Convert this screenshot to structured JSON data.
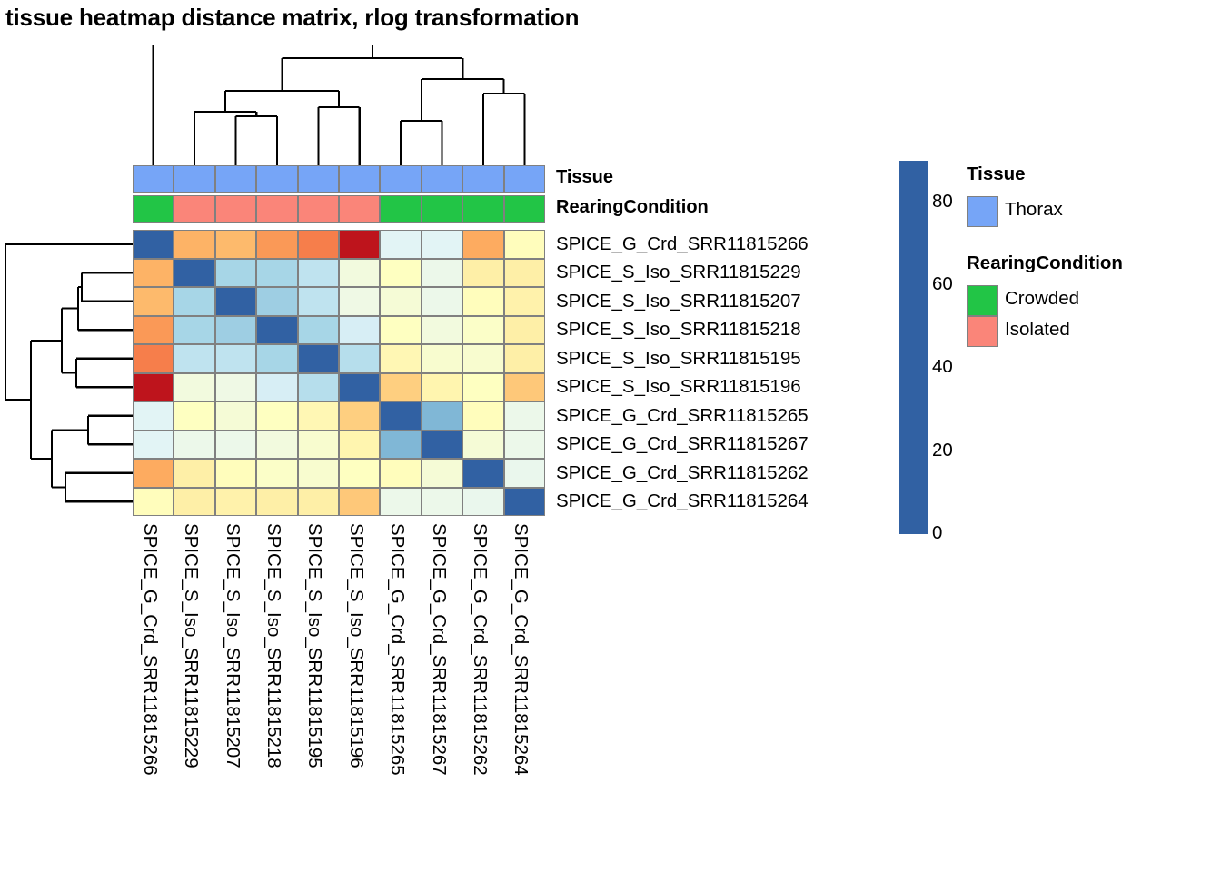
{
  "title": "tissue heatmap distance matrix, rlog transformation",
  "samples": [
    "SPICE_G_Crd_SRR11815266",
    "SPICE_S_Iso_SRR11815229",
    "SPICE_S_Iso_SRR11815207",
    "SPICE_S_Iso_SRR11815218",
    "SPICE_S_Iso_SRR11815195",
    "SPICE_S_Iso_SRR11815196",
    "SPICE_G_Crd_SRR11815265",
    "SPICE_G_Crd_SRR11815267",
    "SPICE_G_Crd_SRR11815262",
    "SPICE_G_Crd_SRR11815264"
  ],
  "annotations": {
    "tissue_label": "Tissue",
    "rearing_label": "RearingCondition",
    "tissue_values": [
      "Thorax",
      "Thorax",
      "Thorax",
      "Thorax",
      "Thorax",
      "Thorax",
      "Thorax",
      "Thorax",
      "Thorax",
      "Thorax"
    ],
    "rearing_values": [
      "Crowded",
      "Isolated",
      "Isolated",
      "Isolated",
      "Isolated",
      "Isolated",
      "Crowded",
      "Crowded",
      "Crowded",
      "Crowded"
    ]
  },
  "legend": {
    "tissue": {
      "title": "Tissue",
      "items": [
        {
          "label": "Thorax",
          "color": "#76a5f7"
        }
      ]
    },
    "rearing": {
      "title": "RearingCondition",
      "items": [
        {
          "label": "Crowded",
          "color": "#21c council"
        },
        {
          "label": "Isolated",
          "color": "#fa8579"
        }
      ]
    }
  },
  "colorbar": {
    "ticks": [
      "80",
      "60",
      "40",
      "20",
      "0"
    ],
    "min": 0,
    "max": 90,
    "low_color": "#3762ad",
    "mid_color": "#ffffbf",
    "high_color": "#cc1b1f"
  },
  "chart_data": {
    "type": "heatmap",
    "title": "tissue heatmap distance matrix, rlog transformation",
    "xlabel": "",
    "ylabel": "",
    "zlim": [
      0,
      90
    ],
    "colormap": "RdYlBu reversed",
    "grid": true,
    "legend_position": "right",
    "xticklabels": [
      "SPICE_G_Crd_SRR11815266",
      "SPICE_S_Iso_SRR11815229",
      "SPICE_S_Iso_SRR11815207",
      "SPICE_S_Iso_SRR11815218",
      "SPICE_S_Iso_SRR11815195",
      "SPICE_S_Iso_SRR11815196",
      "SPICE_G_Crd_SRR11815265",
      "SPICE_G_Crd_SRR11815267",
      "SPICE_G_Crd_SRR11815262",
      "SPICE_G_Crd_SRR11815264"
    ],
    "yticklabels": [
      "SPICE_G_Crd_SRR11815266",
      "SPICE_S_Iso_SRR11815229",
      "SPICE_S_Iso_SRR11815207",
      "SPICE_S_Iso_SRR11815218",
      "SPICE_S_Iso_SRR11815195",
      "SPICE_S_Iso_SRR11815196",
      "SPICE_G_Crd_SRR11815265",
      "SPICE_G_Crd_SRR11815267",
      "SPICE_G_Crd_SRR11815262",
      "SPICE_G_Crd_SRR11815264"
    ],
    "values": [
      [
        0,
        74,
        73,
        77,
        80,
        90,
        46,
        46,
        75,
        57
      ],
      [
        74,
        0,
        33,
        33,
        38,
        52,
        56,
        50,
        62,
        62
      ],
      [
        73,
        33,
        0,
        31,
        38,
        51,
        53,
        50,
        57,
        61
      ],
      [
        77,
        33,
        31,
        0,
        33,
        43,
        56,
        52,
        55,
        62
      ],
      [
        80,
        38,
        38,
        33,
        0,
        36,
        59,
        54,
        54,
        62
      ],
      [
        90,
        52,
        51,
        43,
        36,
        0,
        70,
        60,
        56,
        71
      ],
      [
        46,
        56,
        53,
        56,
        59,
        70,
        0,
        25,
        57,
        50
      ],
      [
        46,
        50,
        50,
        52,
        54,
        60,
        25,
        0,
        53,
        50
      ],
      [
        75,
        62,
        57,
        55,
        54,
        56,
        57,
        53,
        0,
        49
      ],
      [
        57,
        62,
        61,
        62,
        62,
        71,
        50,
        50,
        49,
        0
      ]
    ],
    "row_dendrogram": "((SRR11815266),((((SRR11815229,SRR11815207),SRR11815218),(SRR11815195,SRR11815196)),((SRR11815265,SRR11815267),(SRR11815262,SRR11815264))))",
    "col_dendrogram": "((SRR11815266),(((SRR11815229,(SRR11815207,SRR11815218)),(SRR11815195,SRR11815196)),((SRR11815265,SRR11815267),(SRR11815262,SRR11815264))))"
  }
}
